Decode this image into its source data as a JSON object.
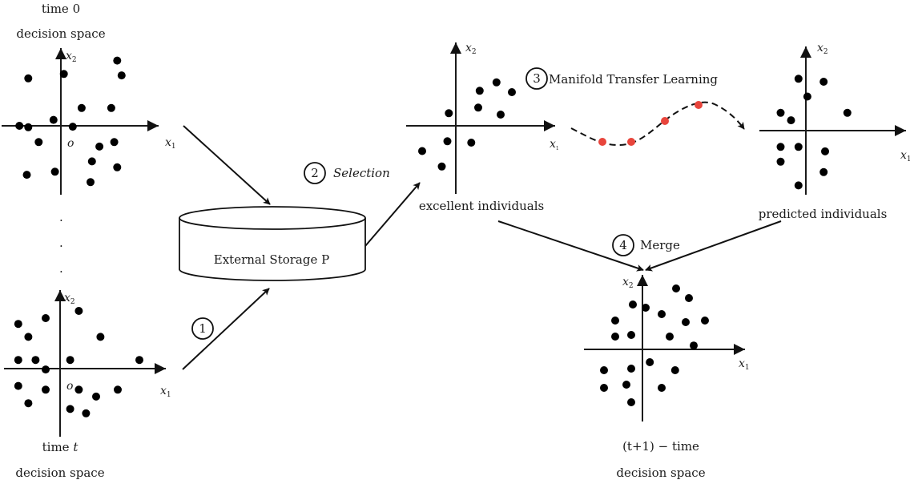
{
  "diagram": {
    "colors": {
      "ink": "#000000",
      "manifold_point": "#e8453c"
    },
    "plots": {
      "time0": {
        "title_line1": "time 0",
        "title_line2": "decision space",
        "x_axis": "x",
        "x_sub": "1",
        "y_axis": "x",
        "y_sub": "2",
        "origin": "o",
        "points": [
          [
            1.9,
            2.2
          ],
          [
            2.05,
            1.7
          ],
          [
            -1.1,
            1.6
          ],
          [
            0.1,
            1.75
          ],
          [
            0.7,
            0.6
          ],
          [
            1.7,
            0.6
          ],
          [
            -0.25,
            0.2
          ],
          [
            -1.4,
            0.0
          ],
          [
            -1.1,
            -0.05
          ],
          [
            0.4,
            -0.03
          ],
          [
            -0.75,
            -0.55
          ],
          [
            1.8,
            -0.55
          ],
          [
            1.3,
            -0.7
          ],
          [
            1.05,
            -1.2
          ],
          [
            1.9,
            -1.4
          ],
          [
            -1.15,
            -1.65
          ],
          [
            -0.2,
            -1.55
          ],
          [
            1.0,
            -1.9
          ]
        ]
      },
      "dots_separator": ".",
      "timet": {
        "title_line1": "time ",
        "title_var": "t",
        "title_line2": "decision space",
        "x_axis": "x",
        "x_sub": "1",
        "y_axis": "x",
        "y_sub": "2",
        "origin": "o",
        "points": [
          [
            0.65,
            2.0
          ],
          [
            -0.5,
            1.75
          ],
          [
            -1.45,
            1.55
          ],
          [
            -1.1,
            1.1
          ],
          [
            1.4,
            1.1
          ],
          [
            -1.45,
            0.3
          ],
          [
            -0.85,
            0.3
          ],
          [
            0.35,
            0.3
          ],
          [
            2.75,
            0.3
          ],
          [
            -0.5,
            -0.03
          ],
          [
            -1.45,
            -0.6
          ],
          [
            -0.5,
            -0.73
          ],
          [
            0.65,
            -0.73
          ],
          [
            2.0,
            -0.73
          ],
          [
            1.25,
            -0.97
          ],
          [
            -1.1,
            -1.2
          ],
          [
            0.35,
            -1.4
          ],
          [
            0.9,
            -1.55
          ]
        ]
      },
      "excellent": {
        "caption": "excellent individuals",
        "x_axis": "x",
        "x_sub": "1",
        "y_axis": "x",
        "y_sub": "2",
        "points": [
          [
            1.45,
            1.55
          ],
          [
            0.85,
            1.25
          ],
          [
            2.0,
            1.2
          ],
          [
            0.8,
            0.65
          ],
          [
            1.6,
            0.4
          ],
          [
            -0.25,
            0.45
          ],
          [
            -0.3,
            -0.55
          ],
          [
            0.55,
            -0.6
          ],
          [
            -1.2,
            -0.9
          ],
          [
            -0.5,
            -1.45
          ]
        ]
      },
      "predicted": {
        "caption": "predicted individuals",
        "x_axis": "x",
        "x_sub": "1",
        "y_axis": "x",
        "y_sub": "2",
        "points": [
          [
            -0.25,
            1.75
          ],
          [
            0.6,
            1.65
          ],
          [
            0.05,
            1.15
          ],
          [
            -0.85,
            0.6
          ],
          [
            1.4,
            0.6
          ],
          [
            -0.5,
            0.35
          ],
          [
            -0.85,
            -0.55
          ],
          [
            -0.25,
            -0.55
          ],
          [
            0.65,
            -0.7
          ],
          [
            -0.85,
            -1.05
          ],
          [
            0.6,
            -1.4
          ],
          [
            -0.25,
            -1.85
          ]
        ]
      },
      "merged": {
        "caption_line1": "(t+1) − time",
        "caption_line2": "decision space",
        "x_axis": "x",
        "x_sub": "1",
        "y_axis": "x",
        "y_sub": "2",
        "points": [
          [
            1.05,
            1.9
          ],
          [
            1.45,
            1.6
          ],
          [
            -0.3,
            1.4
          ],
          [
            0.1,
            1.3
          ],
          [
            0.6,
            1.1
          ],
          [
            -0.85,
            0.9
          ],
          [
            1.35,
            0.85
          ],
          [
            1.95,
            0.9
          ],
          [
            -0.85,
            0.4
          ],
          [
            -0.35,
            0.45
          ],
          [
            0.85,
            0.4
          ],
          [
            1.6,
            0.12
          ],
          [
            -1.2,
            -0.65
          ],
          [
            -0.35,
            -0.6
          ],
          [
            0.23,
            -0.4
          ],
          [
            1.02,
            -0.65
          ],
          [
            -1.2,
            -1.2
          ],
          [
            -0.5,
            -1.1
          ],
          [
            0.6,
            -1.2
          ],
          [
            -0.35,
            -1.65
          ]
        ]
      }
    },
    "storage": {
      "label": "External Storage P"
    },
    "steps": [
      {
        "number": "1",
        "label": ""
      },
      {
        "number": "2",
        "label": "Selection"
      },
      {
        "number": "3",
        "label": "Manifold Transfer Learning"
      },
      {
        "number": "4",
        "label": "Merge"
      }
    ],
    "manifold_points": 4
  }
}
